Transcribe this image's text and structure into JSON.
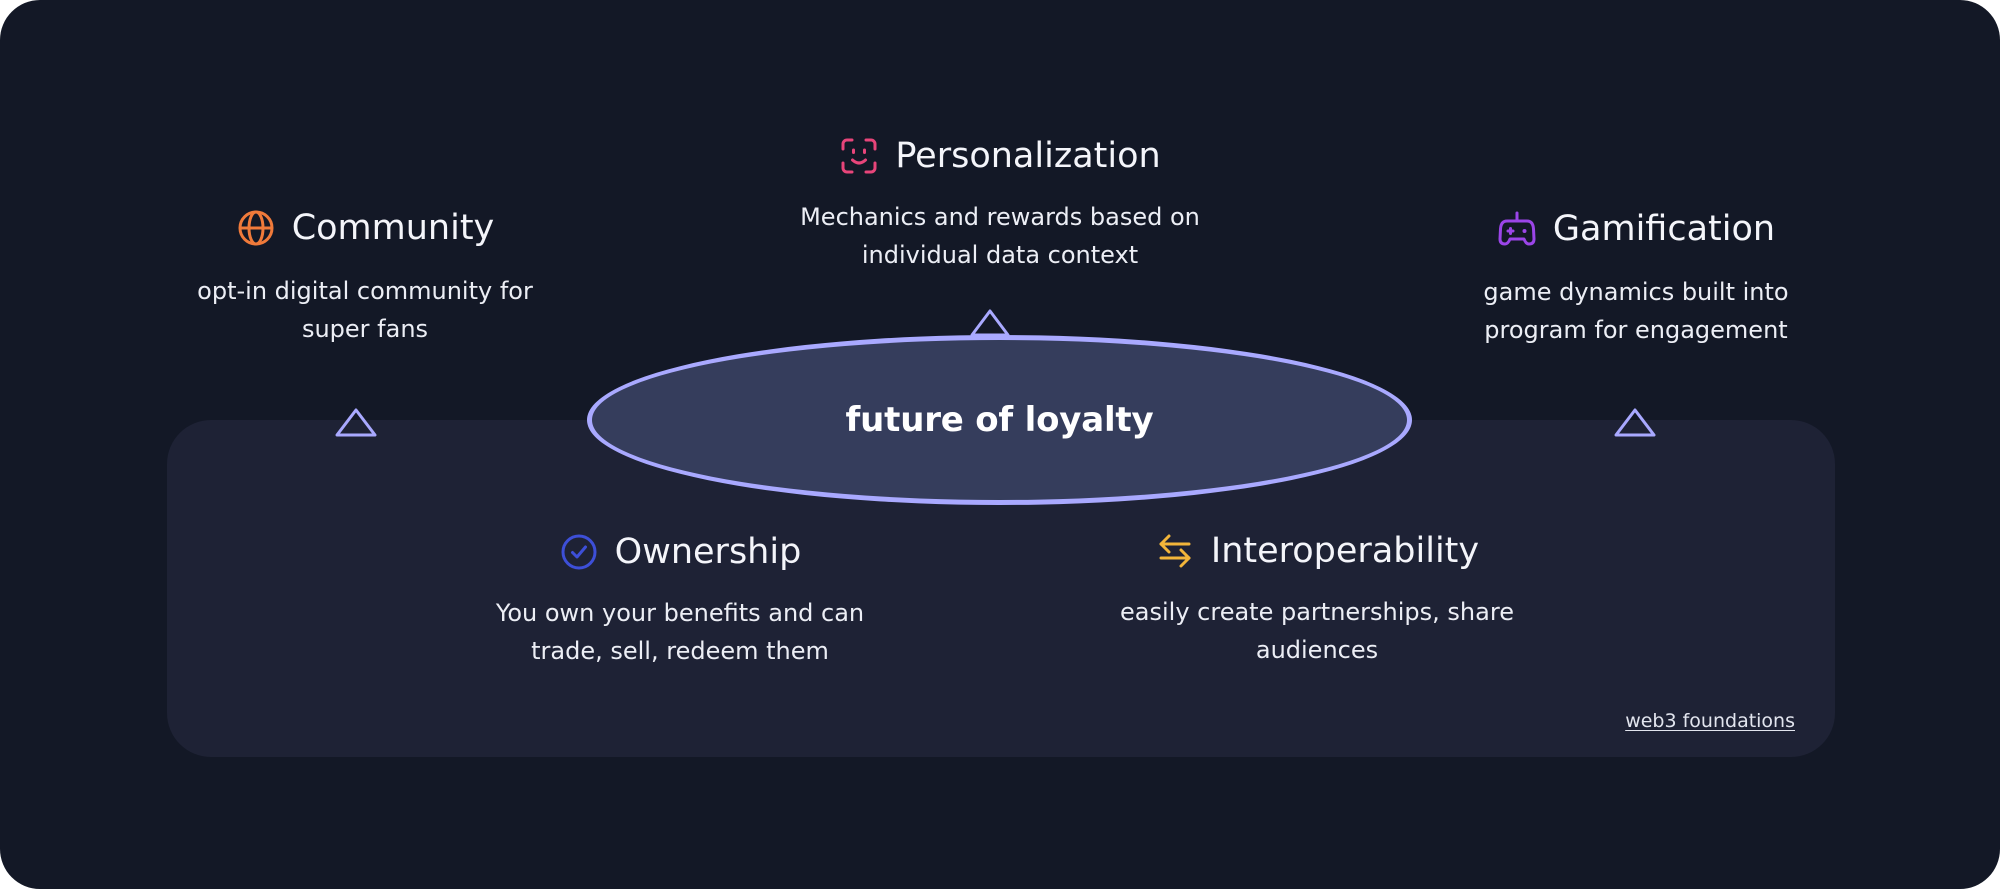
{
  "diagram": {
    "center": {
      "label": "future of loyalty"
    },
    "features": {
      "personalization": {
        "title": "Personalization",
        "description": "Mechanics and rewards based on individual data context",
        "icon": "face-scan-icon",
        "icon_color": "#e8457a"
      },
      "community": {
        "title": "Community",
        "description": "opt-in digital community for super fans",
        "icon": "globe-icon",
        "icon_color": "#f07a3a"
      },
      "gamification": {
        "title": "Gamification",
        "description": "game dynamics built into program for engagement",
        "icon": "gamepad-icon",
        "icon_color": "#9b45e8"
      },
      "ownership": {
        "title": "Ownership",
        "description": "You own your benefits and can trade, sell, redeem them",
        "icon": "check-circle-icon",
        "icon_color": "#3d4fd8"
      },
      "interoperability": {
        "title": "Interoperability",
        "description": "easily create partnerships, share audiences",
        "icon": "swap-arrows-icon",
        "icon_color": "#f2b53a"
      }
    },
    "footnote": "web3 foundations"
  },
  "colors": {
    "background": "#131826",
    "panel": "#1e2235",
    "ellipse_fill": "#353d5c",
    "accent_outline": "#a9a9ff",
    "text": "#f1f3f8"
  }
}
